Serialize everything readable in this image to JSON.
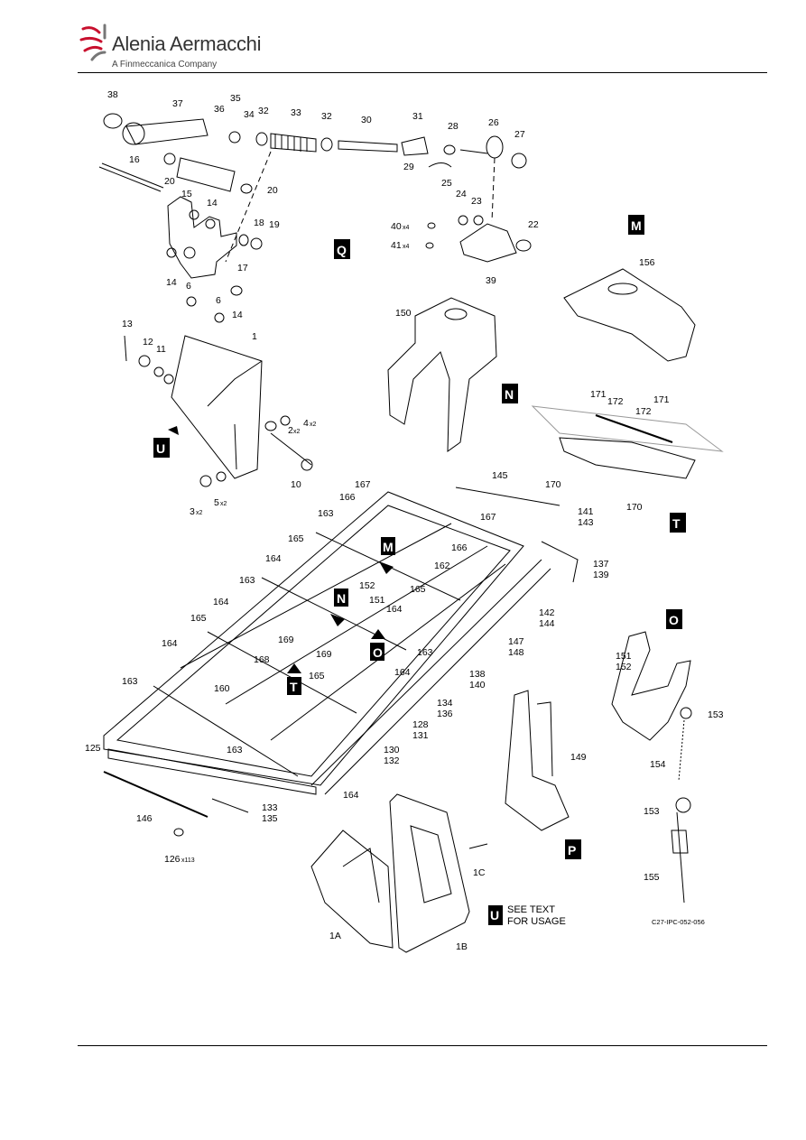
{
  "header": {
    "brand_name": "Alenia Aermacchi",
    "brand_tagline": "A Finmeccanica Company"
  },
  "note": {
    "line1": "SEE TEXT",
    "line2": "FOR USAGE"
  },
  "figure_ref": "C27-IPC-052-056",
  "views": [
    "M",
    "N",
    "O",
    "P",
    "Q",
    "T",
    "U"
  ],
  "labels": {
    "l38": "38",
    "l37": "37",
    "l36": "36",
    "l35": "35",
    "l34": "34",
    "l32a": "32",
    "l33": "33",
    "l32b": "32",
    "l30": "30",
    "l31": "31",
    "l28": "28",
    "l26": "26",
    "l27": "27",
    "l29": "29",
    "l16": "16",
    "l20a": "20",
    "l20b": "20",
    "l15": "15",
    "l14a": "14",
    "l14b": "14",
    "l14c": "14",
    "l18": "18",
    "l19": "19",
    "l17": "17",
    "l6a": "6",
    "l6b": "6",
    "l25": "25",
    "l24": "24",
    "l23": "23",
    "l22": "22",
    "l40": "40",
    "l41": "41",
    "l39": "39",
    "l13": "13",
    "l12": "12",
    "l11": "11",
    "l1": "1",
    "l4": "4",
    "l2": "2",
    "l10": "10",
    "l3": "3",
    "l5": "5",
    "l150": "150",
    "l156": "156",
    "l171a": "171",
    "l172a": "172",
    "l172b": "172",
    "l171b": "171",
    "l170a": "170",
    "l170b": "170",
    "l145": "145",
    "l167a": "167",
    "l166a": "166",
    "l163a": "163",
    "l167b": "167",
    "l141": "141",
    "l143": "143",
    "l165a": "165",
    "l166b": "166",
    "l164a": "164",
    "l162": "162",
    "l137": "137",
    "l139": "139",
    "l163b": "163",
    "l152a": "152",
    "l165b": "165",
    "l164b": "164",
    "l151a": "151",
    "l164c": "164",
    "l142": "142",
    "l144": "144",
    "l165c": "165",
    "l169a": "169",
    "l169b": "169",
    "l163c": "163",
    "l147": "147",
    "l148": "148",
    "l164d": "164",
    "l168": "168",
    "l165d": "165",
    "l164e": "164",
    "l138": "138",
    "l140": "140",
    "l163d": "163",
    "l160": "160",
    "l134": "134",
    "l136": "136",
    "l128": "128",
    "l131": "131",
    "l125": "125",
    "l163e": "163",
    "l130": "130",
    "l132": "132",
    "l164f": "164",
    "l146": "146",
    "l133": "133",
    "l135": "135",
    "l126": "126",
    "l151b": "151",
    "l152b": "152",
    "l153a": "153",
    "l154": "154",
    "l153b": "153",
    "l155": "155",
    "l149": "149",
    "l1A": "1A",
    "l1B": "1B",
    "l1C": "1C"
  },
  "qty": {
    "x2a": "x2",
    "x2b": "x2",
    "x2c": "x2",
    "x2d": "x2",
    "x4a": "x4",
    "x4b": "x4",
    "x113": "x113"
  }
}
